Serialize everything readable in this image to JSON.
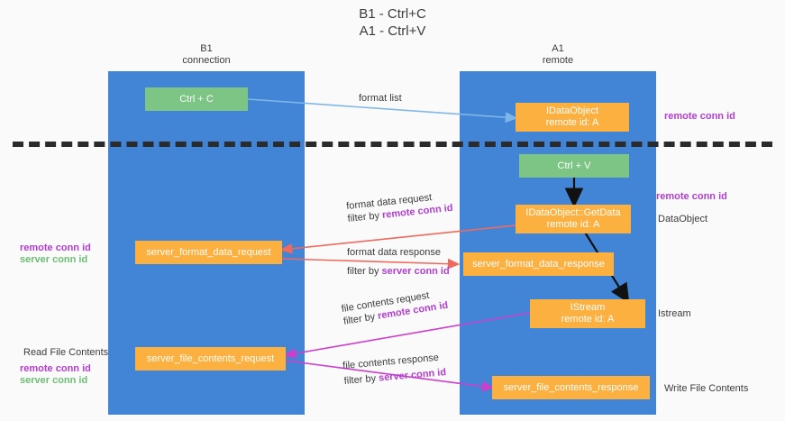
{
  "title": "B1 - Ctrl+C\nA1 - Ctrl+V",
  "columns": [
    {
      "name": "b1",
      "header": "B1\nconnection"
    },
    {
      "name": "a1",
      "header": "A1\nremote"
    }
  ],
  "nodes": {
    "ctrl_c": {
      "label": "Ctrl + C",
      "color": "#7dc584"
    },
    "ctrl_v": {
      "label": "Ctrl + V",
      "color": "#7dc584"
    },
    "idataobject": {
      "line1": "IDataObject",
      "line2": "remote id: A",
      "color": "#fbb040"
    },
    "idataobject_getdata": {
      "line1": "IDataObject::GetData",
      "line2": "remote id: A",
      "color": "#fbb040"
    },
    "istream": {
      "line1": "IStream",
      "line2": "remote id: A",
      "color": "#fbb040"
    },
    "server_format_data_request": {
      "label": "server_format_data_request",
      "color": "#fbb040"
    },
    "server_format_data_response": {
      "label": "server_format_data_response",
      "color": "#fbb040"
    },
    "server_file_contents_request": {
      "label": "server_file_contents_request",
      "color": "#fbb040"
    },
    "server_file_contents_response": {
      "label": "server_file_contents_response",
      "color": "#fbb040"
    }
  },
  "edges": {
    "format_list": {
      "label": "format list"
    },
    "format_data_request": {
      "line1": "format data request",
      "line2_pre": "filter by ",
      "line2_hl": "remote conn id"
    },
    "format_data_response": {
      "line1": "format data response",
      "line2_pre": "filter by ",
      "line2_hl": "server conn id"
    },
    "file_contents_request": {
      "line1": "file contents request",
      "line2_pre": "filter by ",
      "line2_hl": "remote conn id"
    },
    "file_contents_response": {
      "line1": "file contents response",
      "line2_pre": "filter by ",
      "line2_hl": "server conn id"
    }
  },
  "annotations": {
    "right_remote_conn_id_top": "remote conn id",
    "right_remote_conn_id_mid": "remote conn id",
    "right_dataobject": "DataObject",
    "right_istream": "Istream",
    "right_write_file_contents": "Write File Contents",
    "left_remote_conn_id_mid": "remote conn id",
    "left_server_conn_id_mid": "server conn id",
    "left_read_file_contents": "Read File Contents",
    "left_remote_conn_id_bot": "remote conn id",
    "left_server_conn_id_bot": "server conn id"
  },
  "colors": {
    "lane": "#4285d6",
    "green_node": "#7dc584",
    "orange_node": "#fbb040",
    "purple_text": "#b03fce",
    "green_text": "#6cbf73",
    "blue_arrow": "#7fb6e8",
    "red_arrow": "#ef6a5e",
    "magenta_arrow": "#cc3fcc",
    "black_arrow": "#111111",
    "divider": "#2b2b2b",
    "background": "#fafafa"
  }
}
